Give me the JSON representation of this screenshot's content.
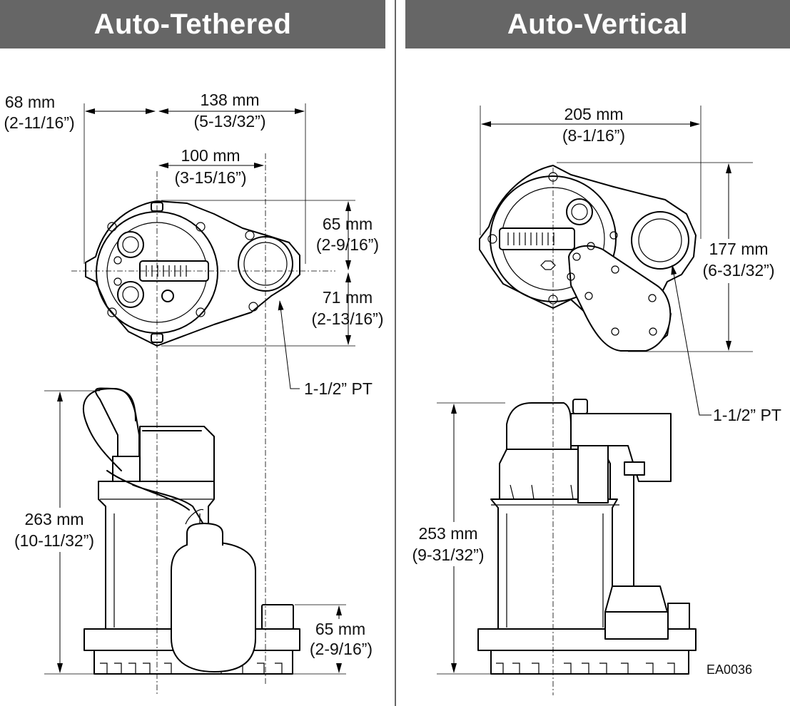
{
  "headers": {
    "left": "Auto-Tethered",
    "right": "Auto-Vertical"
  },
  "tethered": {
    "dim_68": {
      "mm": "68 mm",
      "in": "(2-11/16”)"
    },
    "dim_138": {
      "mm": "138 mm",
      "in": "(5-13/32”)"
    },
    "dim_100": {
      "mm": "100 mm",
      "in": "(3-15/16”)"
    },
    "dim_65_top": {
      "mm": "65 mm",
      "in": "(2-9/16”)"
    },
    "dim_71": {
      "mm": "71 mm",
      "in": "(2-13/16”)"
    },
    "pipe_callout": "1-1/2” PT",
    "dim_263": {
      "mm": "263 mm",
      "in": "(10-11/32”)"
    },
    "dim_65_float": {
      "mm": "65 mm",
      "in": "(2-9/16”)"
    }
  },
  "vertical": {
    "dim_205": {
      "mm": "205 mm",
      "in": "(8-1/16”)"
    },
    "dim_177": {
      "mm": "177 mm",
      "in": "(6-31/32”)"
    },
    "pipe_callout": "1-1/2” PT",
    "dim_253": {
      "mm": "253 mm",
      "in": "(9-31/32”)"
    }
  },
  "drawing_code": "EA0036"
}
